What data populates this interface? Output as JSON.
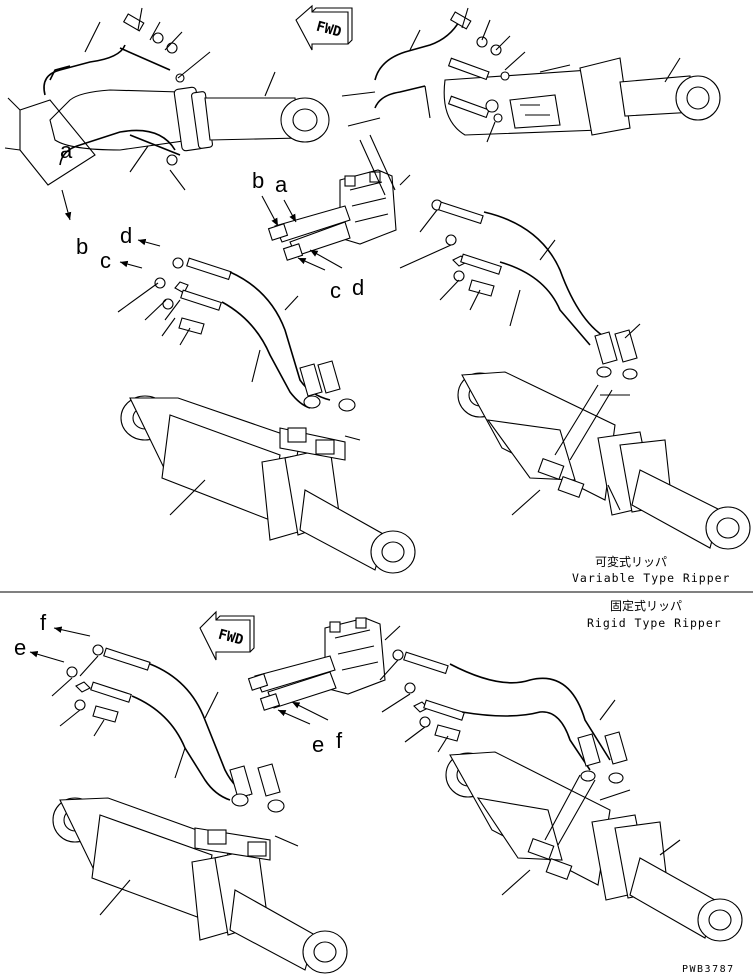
{
  "captions": {
    "variable_jp": "可変式リッパ",
    "variable_en": "Variable Type Ripper",
    "rigid_jp": "固定式リッパ",
    "rigid_en": "Rigid Type Ripper"
  },
  "fwd_label": "FWD",
  "drawing_code": "PWB3787",
  "callouts": {
    "a": "a",
    "b": "b",
    "c": "c",
    "d": "d",
    "e": "e",
    "f": "f"
  }
}
